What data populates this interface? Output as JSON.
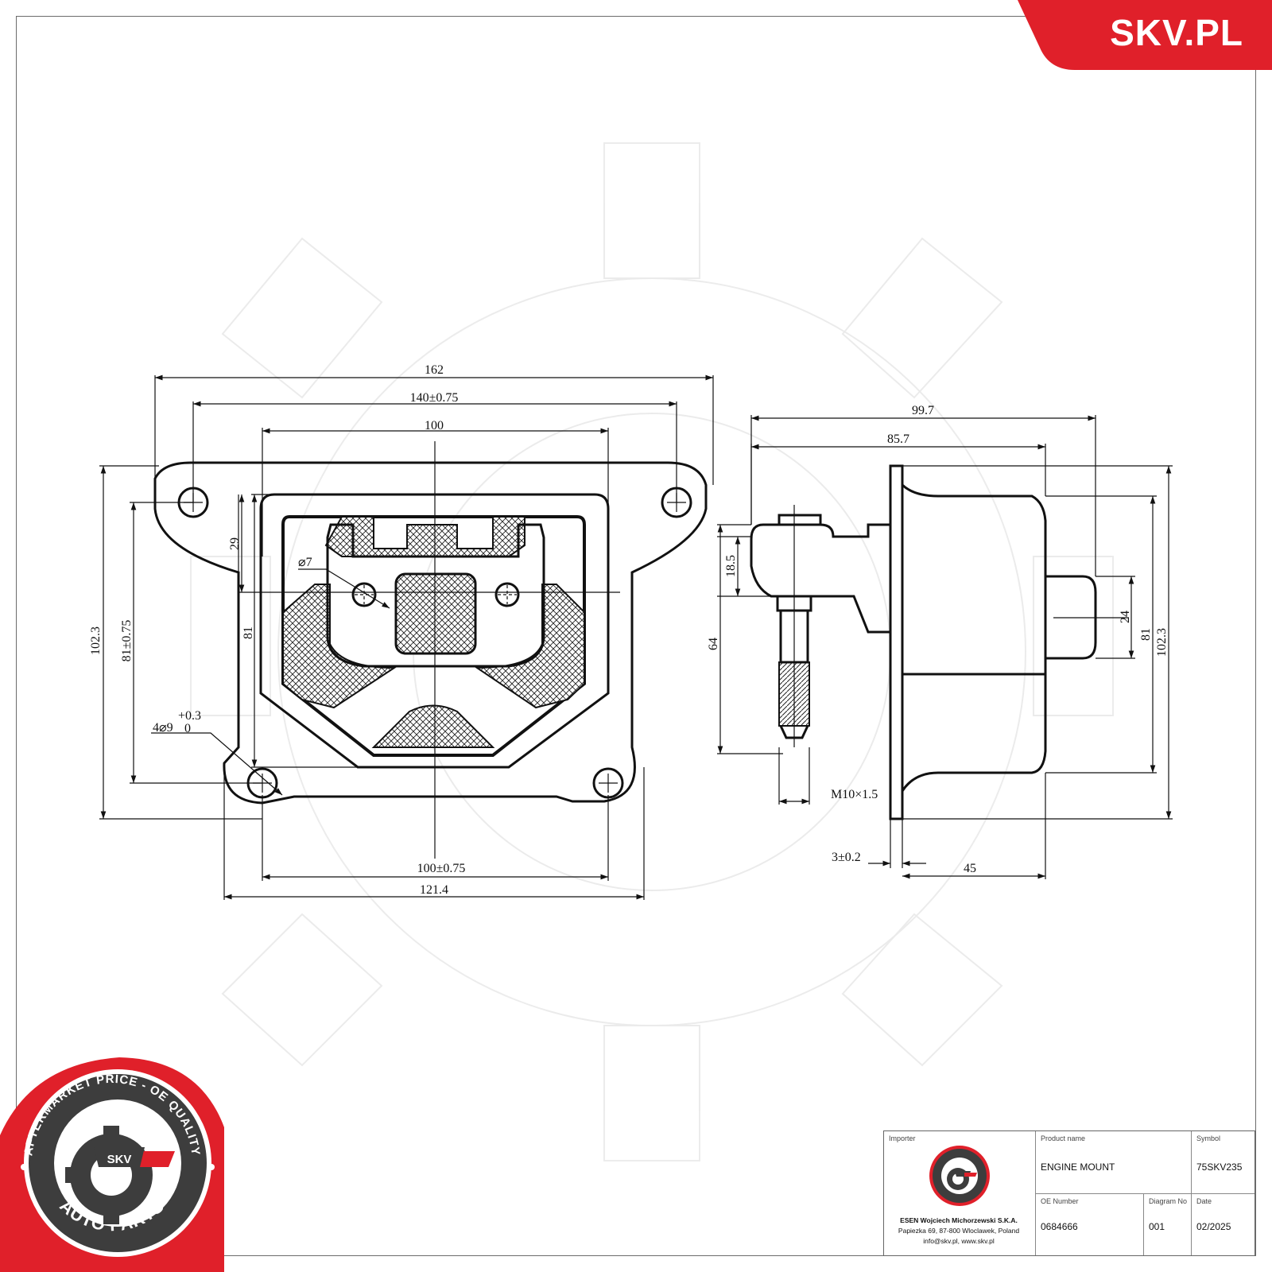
{
  "brand": {
    "site": "SKV.PL",
    "color": "#e0202a"
  },
  "seal": {
    "ring_text": "AFTERMARKET PRICE - OE QUALITY",
    "bottom_text": "AUTO PARTS",
    "center_text": "SKV",
    "color": "#e0202a"
  },
  "front_view": {
    "dims": {
      "overall_width": "162",
      "hole_spacing_top": "140±0.75",
      "inner_width": "100",
      "overall_height": "102.3",
      "hole_spacing_vertical": "81±0.75",
      "inner_height": "81",
      "pocket_depth": "29",
      "small_hole": "⌀7",
      "mount_holes": "4⌀9",
      "mount_holes_tol_upper": "+0.3",
      "mount_holes_tol_lower": "0",
      "bottom_hole_spacing": "100±0.75",
      "bottom_width": "121.4"
    }
  },
  "side_view": {
    "dims": {
      "overall_depth": "99.7",
      "body_depth": "85.7",
      "bracket_height": "18.5",
      "stud_length": "64",
      "thread": "M10×1.5",
      "flange_thickness": "3±0.2",
      "body_length": "45",
      "boss_height": "24",
      "body_height": "81",
      "overall_height": "102.3"
    }
  },
  "title_block": {
    "importer_label": "Importer",
    "importer_name": "ESEN Wojciech Michorzewski S.K.A.",
    "importer_address": "Papiezka 69, 87-800 Wloclawek, Poland",
    "importer_contact": "info@skv.pl, www.skv.pl",
    "product_name_label": "Product name",
    "product_name": "ENGINE MOUNT",
    "symbol_label": "Symbol",
    "symbol": "75SKV235",
    "oe_number_label": "OE Number",
    "oe_number": "0684666",
    "diagram_no_label": "Diagram No",
    "diagram_no": "001",
    "date_label": "Date",
    "date": "02/2025"
  }
}
